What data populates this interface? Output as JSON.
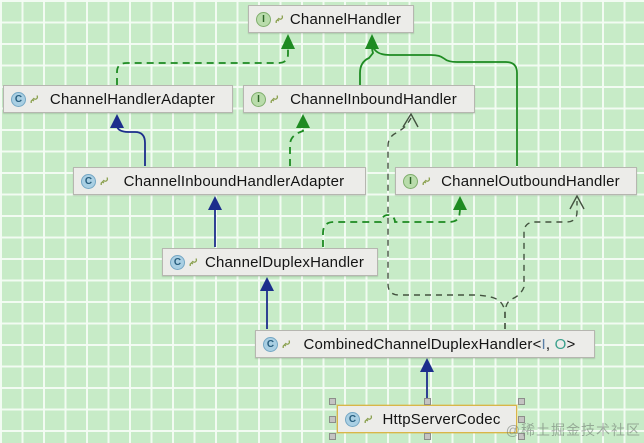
{
  "diagram": {
    "type": "uml-class-diagram",
    "watermark": "@稀土掘金技术社区"
  },
  "nodes": [
    {
      "label": "ChannelHandler",
      "kind": "interface",
      "icon_letter": "I"
    },
    {
      "label": "ChannelHandlerAdapter",
      "kind": "class",
      "icon_letter": "C"
    },
    {
      "label": "ChannelInboundHandler",
      "kind": "interface",
      "icon_letter": "I"
    },
    {
      "label": "ChannelInboundHandlerAdapter",
      "kind": "class",
      "icon_letter": "C"
    },
    {
      "label": "ChannelOutboundHandler",
      "kind": "interface",
      "icon_letter": "I"
    },
    {
      "label": "ChannelDuplexHandler",
      "kind": "class",
      "icon_letter": "C"
    },
    {
      "label": "CombinedChannelDuplexHandler",
      "kind": "class",
      "icon_letter": "C",
      "generic": {
        "open": "<",
        "param_i": "I",
        "comma": ", ",
        "param_o": "O",
        "close": ">"
      }
    },
    {
      "label": "HttpServerCodec",
      "kind": "class",
      "icon_letter": "C",
      "selected": true
    }
  ],
  "edges": [
    {
      "from": "ChannelHandlerAdapter",
      "to": "ChannelHandler",
      "relation": "implements",
      "style": "green-dashed-filled-arrow"
    },
    {
      "from": "ChannelInboundHandler",
      "to": "ChannelHandler",
      "relation": "extends",
      "style": "green-solid-filled-arrow"
    },
    {
      "from": "ChannelOutboundHandler",
      "to": "ChannelHandler",
      "relation": "extends",
      "style": "green-solid-filled-arrow"
    },
    {
      "from": "ChannelInboundHandlerAdapter",
      "to": "ChannelHandlerAdapter",
      "relation": "extends",
      "style": "blue-solid-filled-arrow"
    },
    {
      "from": "ChannelInboundHandlerAdapter",
      "to": "ChannelInboundHandler",
      "relation": "implements",
      "style": "green-dashed-filled-arrow"
    },
    {
      "from": "ChannelDuplexHandler",
      "to": "ChannelInboundHandlerAdapter",
      "relation": "extends",
      "style": "blue-solid-filled-arrow"
    },
    {
      "from": "ChannelDuplexHandler",
      "to": "ChannelOutboundHandler",
      "relation": "implements",
      "style": "green-dashed-filled-arrow"
    },
    {
      "from": "CombinedChannelDuplexHandler",
      "to": "ChannelDuplexHandler",
      "relation": "extends",
      "style": "blue-solid-filled-arrow"
    },
    {
      "from": "CombinedChannelDuplexHandler",
      "to": "ChannelInboundHandler",
      "relation": "dependency",
      "style": "dark-dashed-open-arrow"
    },
    {
      "from": "CombinedChannelDuplexHandler",
      "to": "ChannelOutboundHandler",
      "relation": "dependency",
      "style": "dark-dashed-open-arrow"
    },
    {
      "from": "HttpServerCodec",
      "to": "CombinedChannelDuplexHandler",
      "relation": "extends",
      "style": "blue-solid-filled-arrow"
    }
  ],
  "colors": {
    "background": "#c7ebc7",
    "grid_line": "#f4fcf4",
    "node_fill": "#ecece9",
    "node_border": "#b6b6b0",
    "extends_blue": "#1c2e8c",
    "interface_green": "#1e8b22",
    "dependency_dark": "#43523f",
    "selection_yellow": "#d9b648",
    "generic_i": "#5a7fa6",
    "generic_o": "#3aa08c"
  }
}
